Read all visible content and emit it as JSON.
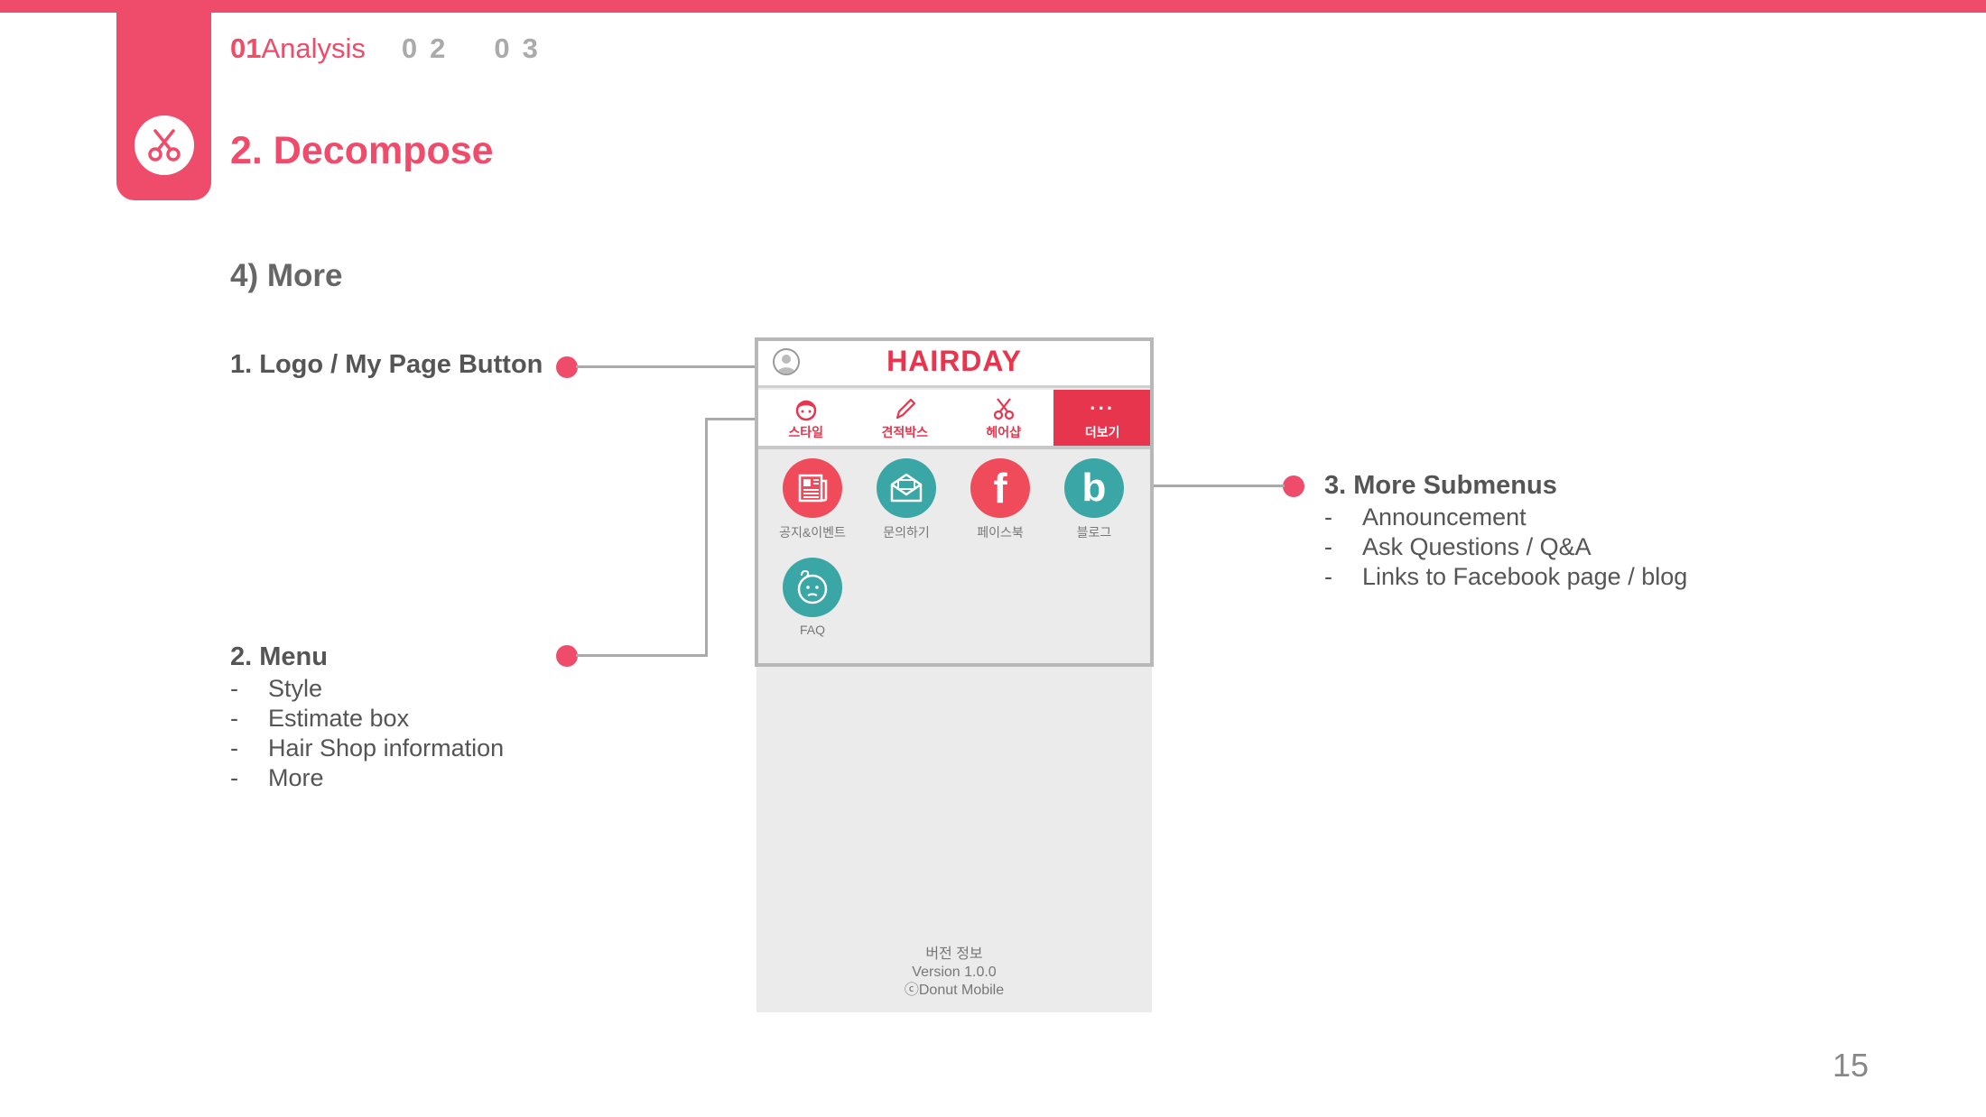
{
  "header": {
    "nav_01_num": "01",
    "nav_01_label": "Analysis",
    "nav_02": "02",
    "nav_03": "03",
    "title": "2. Decompose"
  },
  "section": {
    "subtitle": "4) More"
  },
  "callouts": {
    "logo": {
      "title": "1. Logo / My Page Button"
    },
    "menu": {
      "title": "2. Menu",
      "items": [
        "Style",
        "Estimate box",
        "Hair Shop information",
        "More"
      ]
    },
    "submenus": {
      "title": "3. More Submenus",
      "items": [
        "Announcement",
        "Ask Questions / Q&A",
        "Links to Facebook page / blog"
      ]
    },
    "dash": "-"
  },
  "phone": {
    "logo": "HAIRDAY",
    "menu": [
      {
        "label": "스타일",
        "icon": "style-face-icon"
      },
      {
        "label": "견적박스",
        "icon": "pen-icon"
      },
      {
        "label": "헤어샵",
        "icon": "scissors-icon"
      },
      {
        "label": "더보기",
        "icon": "more-dots-icon",
        "active": true
      }
    ],
    "more": "···",
    "grid": [
      {
        "label": "공지&이벤트",
        "icon": "newspaper-icon",
        "color": "#ef4b5a"
      },
      {
        "label": "문의하기",
        "icon": "envelope-icon",
        "color": "#3aa6a5"
      },
      {
        "label": "페이스북",
        "icon": "facebook-icon",
        "color": "#ef4b5a"
      },
      {
        "label": "블로그",
        "icon": "blog-icon",
        "color": "#3aa6a5"
      },
      {
        "label": "FAQ",
        "icon": "faq-face-icon",
        "color": "#3aa6a5"
      }
    ],
    "facebook_glyph": "f",
    "blog_glyph": "b",
    "footer": [
      "버전 정보",
      "Version 1.0.0",
      "ⓒDonut Mobile"
    ]
  },
  "page_number": "15",
  "colors": {
    "accent": "#ef4b6a",
    "teal": "#3aa6a5"
  }
}
